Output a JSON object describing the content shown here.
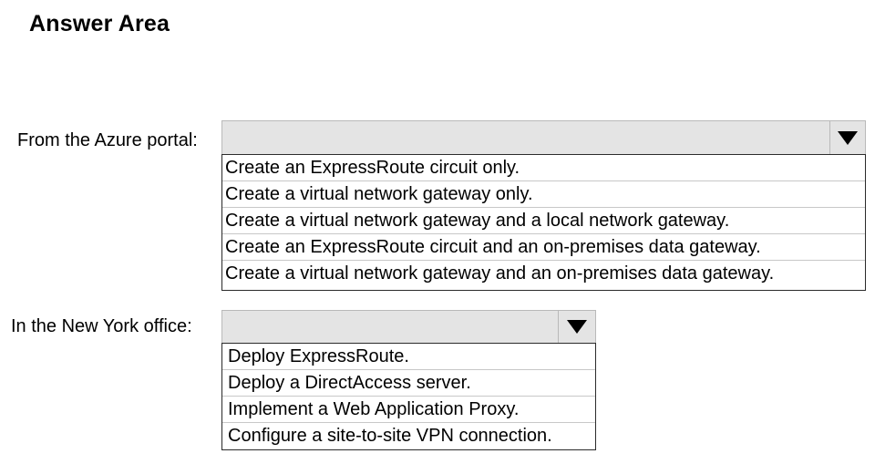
{
  "title": "Answer Area",
  "questions": [
    {
      "label": "From the Azure portal:",
      "selected": "",
      "options": [
        "Create an ExpressRoute circuit only.",
        "Create a virtual network gateway only.",
        "Create a virtual network gateway and a local network gateway.",
        "Create an ExpressRoute circuit and an on-premises data gateway.",
        "Create a virtual network gateway and an on-premises data gateway."
      ]
    },
    {
      "label": "In the New York office:",
      "selected": "",
      "options": [
        "Deploy ExpressRoute.",
        "Deploy a DirectAccess server.",
        "Implement a Web Application Proxy.",
        "Configure a site-to-site VPN connection."
      ]
    }
  ]
}
